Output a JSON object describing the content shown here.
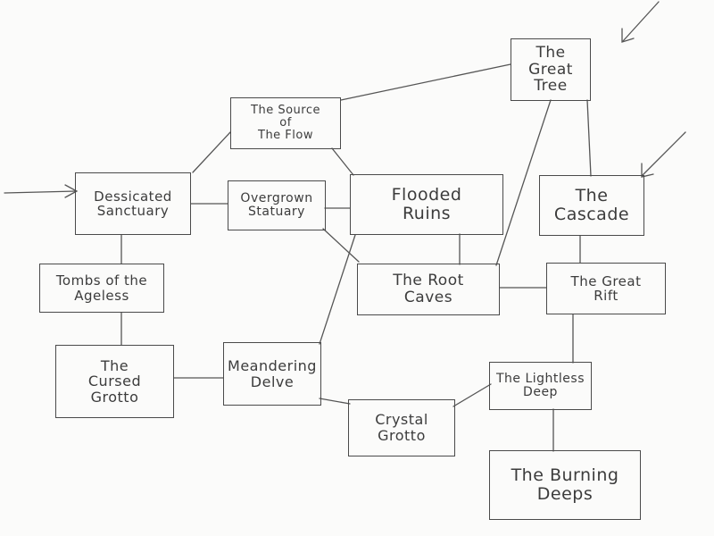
{
  "rooms": {
    "great_tree": "The Great\nTree",
    "source_of_flow": "The Source\nof\nThe Flow",
    "dessicated_sanctuary": "Dessicated\nSanctuary",
    "overgrown_statuary": "Overgrown\nStatuary",
    "flooded_ruins": "Flooded\nRuins",
    "cascade": "The\nCascade",
    "tombs_of_ageless": "Tombs of the\nAgeless",
    "root_caves": "The Root\nCaves",
    "great_rift": "The Great\nRift",
    "cursed_grotto": "The\nCursed\nGrotto",
    "meandering_delve": "Meandering\nDelve",
    "lightless_deep": "The Lightless\nDeep",
    "crystal_grotto": "Crystal\nGrotto",
    "burning_deeps": "The Burning\nDeeps"
  },
  "colors": {
    "ink": "#4a4a4a",
    "paper": "#fbfbfa"
  }
}
